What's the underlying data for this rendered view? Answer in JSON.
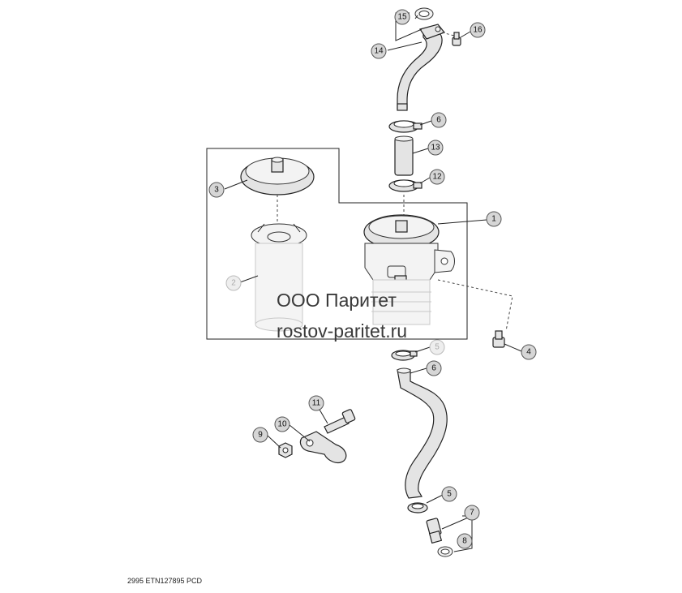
{
  "callouts": {
    "c1": "1",
    "c2": "2",
    "c3": "3",
    "c4": "4",
    "c5a": "5",
    "c5b": "5",
    "c6a": "6",
    "c6b": "6",
    "c7": "7",
    "c8": "8",
    "c9": "9",
    "c10": "10",
    "c11": "11",
    "c12": "12",
    "c13": "13",
    "c14": "14",
    "c15": "15",
    "c16": "16"
  },
  "watermark": {
    "line1": "ООО Паритет",
    "line2": "rostov-paritet.ru"
  },
  "drawing_code": "2995  ETN127895  PCD"
}
